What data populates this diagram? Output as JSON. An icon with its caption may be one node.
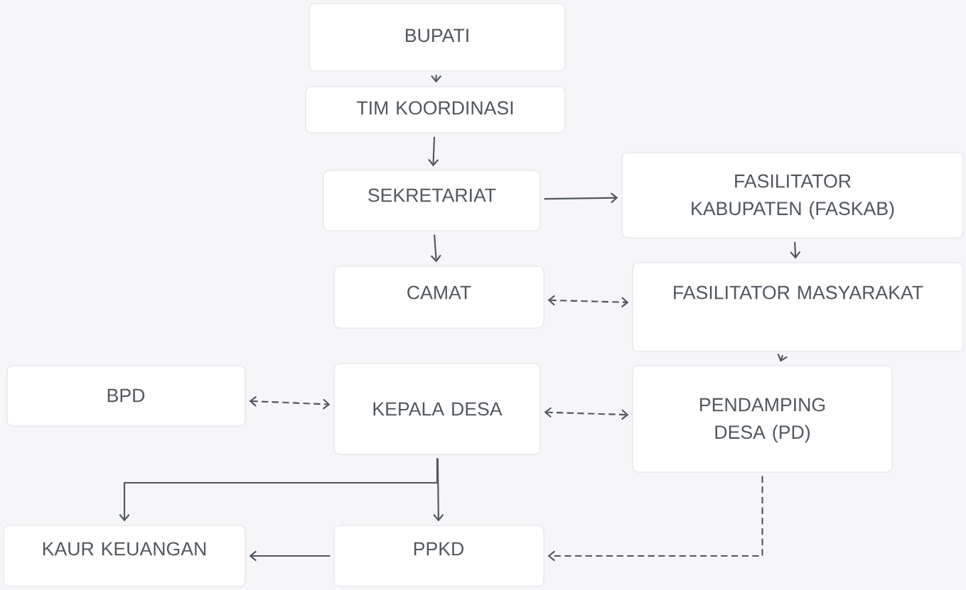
{
  "diagram": {
    "nodes": [
      {
        "text": [
          "BUPATI"
        ]
      },
      {
        "text": [
          "TIM KOORDINASI"
        ]
      },
      {
        "text": [
          "SEKRETARIAT"
        ]
      },
      {
        "text": [
          "FASILITATOR KABUPATEN (FASKAB)"
        ]
      },
      {
        "text": [
          "CAMAT"
        ]
      },
      {
        "text": [
          "FASILITATOR MASYARAKAT"
        ]
      },
      {
        "text": [
          "BPD"
        ]
      },
      {
        "text": [
          "KEPALA DESA"
        ]
      },
      {
        "text": [
          "PENDAMPING DESA (PD)"
        ]
      },
      {
        "text": [
          "KAUR KEUANGAN"
        ]
      },
      {
        "text": [
          "PPKD"
        ]
      }
    ],
    "edges": [
      {
        "from": 0,
        "to": 1,
        "arrow": "to"
      },
      {
        "from": 1,
        "to": 2,
        "arrow": "to"
      },
      {
        "from": 2,
        "to": 3,
        "arrow": "to"
      },
      {
        "from": 2,
        "to": 4,
        "arrow": "to"
      },
      {
        "from": 3,
        "to": 5,
        "arrow": "to"
      },
      {
        "from": 4,
        "to": 5,
        "arrow": "both",
        "style": "dashed"
      },
      {
        "from": 5,
        "to": 8,
        "arrow": "to"
      },
      {
        "from": 6,
        "to": 7,
        "arrow": "both",
        "style": "dashed"
      },
      {
        "from": 7,
        "to": 8,
        "arrow": "both",
        "style": "dashed"
      },
      {
        "from": 7,
        "to": 9,
        "arrow": "to"
      },
      {
        "from": 7,
        "to": 10,
        "arrow": "to"
      },
      {
        "from": 10,
        "to": 9,
        "arrow": "to"
      },
      {
        "from": 8,
        "to": 10,
        "arrow": "to",
        "style": "dashed"
      }
    ]
  }
}
